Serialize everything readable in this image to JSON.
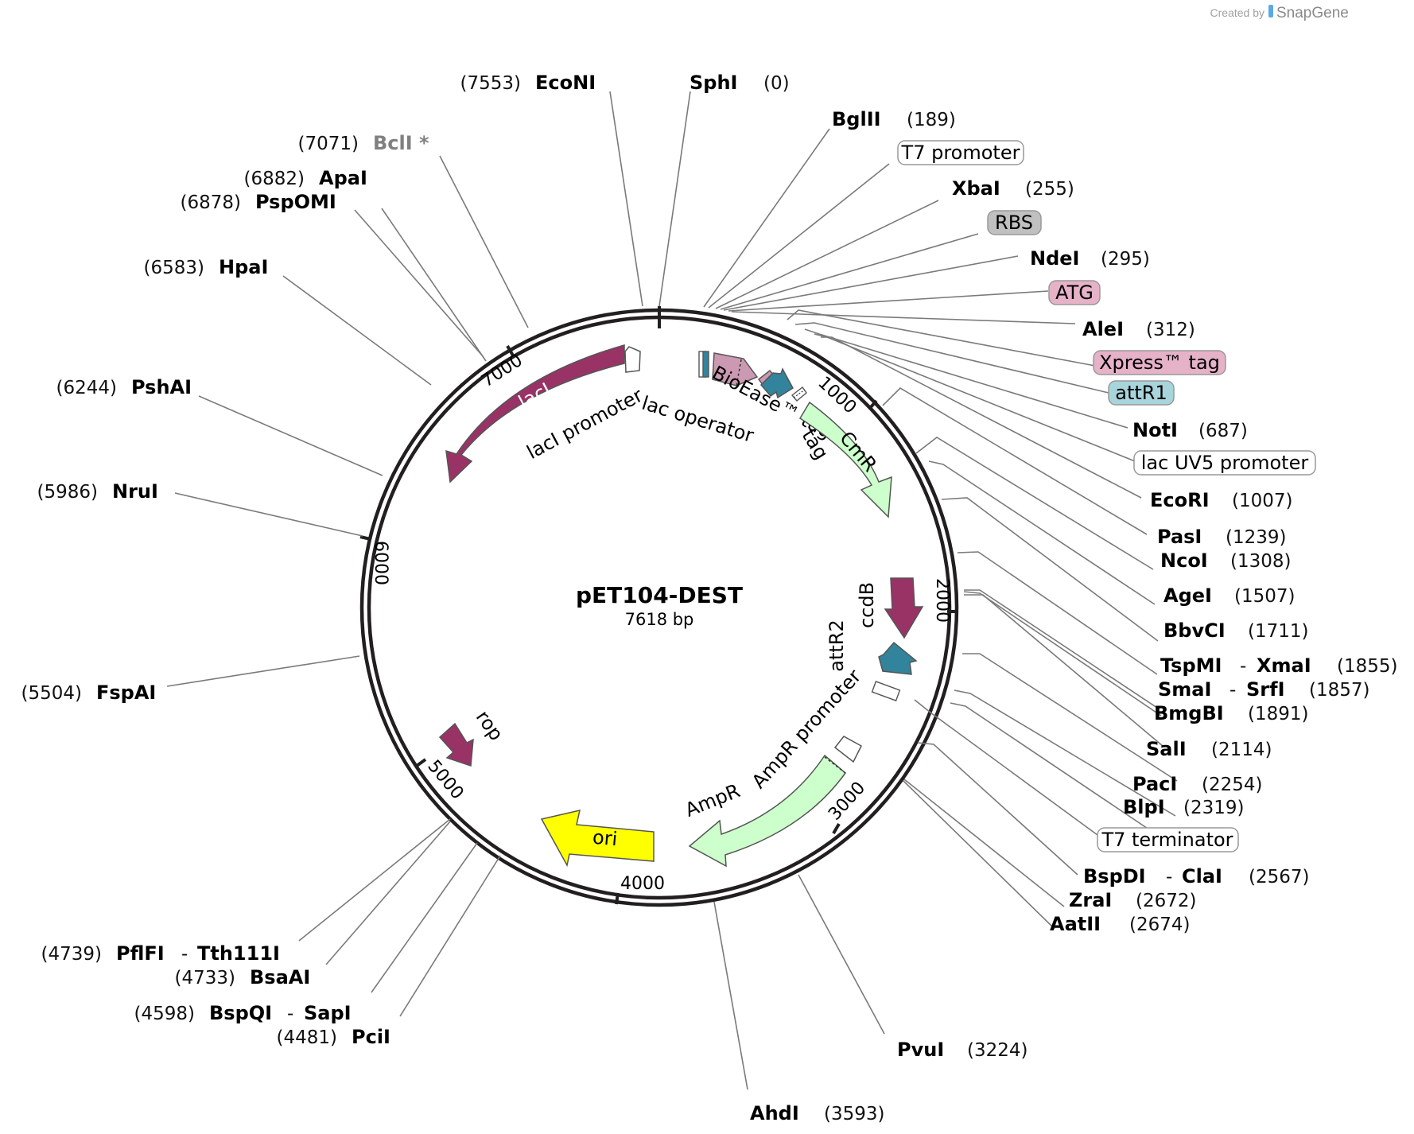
{
  "credit": {
    "prefix": "Created by",
    "brand": "SnapGene"
  },
  "plasmid": {
    "name": "pET104-DEST",
    "size_label": "7618 bp"
  },
  "ticks": [
    "1000",
    "2000",
    "3000",
    "4000",
    "5000",
    "6000",
    "7000"
  ],
  "features": {
    "lacI": "lacI",
    "lacI_promoter": "lacI promoter",
    "lac_operator": "lac operator",
    "bioease_tag": "BioEase™ tag",
    "CmR": "CmR",
    "ccdB": "ccdB",
    "attR2": "attR2",
    "AmpR_promoter": "AmpR promoter",
    "AmpR": "AmpR",
    "ori": "ori",
    "rop": "rop"
  },
  "feature_boxes": {
    "T7_promoter": "T7 promoter",
    "RBS": "RBS",
    "ATG": "ATG",
    "Xpress_tag": "Xpress™ tag",
    "attR1": "attR1",
    "lac_UV5_promoter": "lac UV5 promoter",
    "T7_terminator": "T7 terminator"
  },
  "colors": {
    "backbone": "#231f20",
    "lacI": "#993366",
    "CmR": "#ccffcc",
    "ori": "#ffff00",
    "attR": "#31849b",
    "tag_pink": "#cc99b2",
    "RBS": "#c0c0c0",
    "attR1_box": "#a8d4dc"
  },
  "sites": {
    "EcoNI": {
      "name": "EcoNI",
      "pos": "(7553)"
    },
    "SphI": {
      "name": "SphI",
      "pos": "(0)"
    },
    "BglII": {
      "name": "BglII",
      "pos": "(189)"
    },
    "XbaI": {
      "name": "XbaI",
      "pos": "(255)"
    },
    "NdeI": {
      "name": "NdeI",
      "pos": "(295)"
    },
    "AleI": {
      "name": "AleI",
      "pos": "(312)"
    },
    "NotI": {
      "name": "NotI",
      "pos": "(687)"
    },
    "EcoRI": {
      "name": "EcoRI",
      "pos": "(1007)"
    },
    "PasI": {
      "name": "PasI",
      "pos": "(1239)"
    },
    "NcoI": {
      "name": "NcoI",
      "pos": "(1308)"
    },
    "AgeI": {
      "name": "AgeI",
      "pos": "(1507)"
    },
    "BbvCI": {
      "name": "BbvCI",
      "pos": "(1711)"
    },
    "TspMI": {
      "name": "TspMI",
      "name2": "XmaI",
      "pos": "(1855)"
    },
    "SmaI": {
      "name": "SmaI",
      "name2": "SrfI",
      "pos": "(1857)"
    },
    "BmgBI": {
      "name": "BmgBI",
      "pos": "(1891)"
    },
    "SalI": {
      "name": "SalI",
      "pos": "(2114)"
    },
    "PacI": {
      "name": "PacI",
      "pos": "(2254)"
    },
    "BlpI": {
      "name": "BlpI",
      "pos": "(2319)"
    },
    "BspDI": {
      "name": "BspDI",
      "name2": "ClaI",
      "pos": "(2567)"
    },
    "ZraI": {
      "name": "ZraI",
      "pos": "(2672)"
    },
    "AatII": {
      "name": "AatII",
      "pos": "(2674)"
    },
    "PvuI": {
      "name": "PvuI",
      "pos": "(3224)"
    },
    "AhdI": {
      "name": "AhdI",
      "pos": "(3593)"
    },
    "PciI": {
      "name": "PciI",
      "pos": "(4481)"
    },
    "BspQI": {
      "name": "BspQI",
      "name2": "SapI",
      "pos": "(4598)"
    },
    "BsaAI": {
      "name": "BsaAI",
      "pos": "(4733)"
    },
    "PflFI": {
      "name": "PflFI",
      "name2": "Tth111I",
      "pos": "(4739)"
    },
    "FspAI": {
      "name": "FspAI",
      "pos": "(5504)"
    },
    "NruI": {
      "name": "NruI",
      "pos": "(5986)"
    },
    "PshAI": {
      "name": "PshAI",
      "pos": "(6244)"
    },
    "HpaI": {
      "name": "HpaI",
      "pos": "(6583)"
    },
    "PspOMI": {
      "name": "PspOMI",
      "pos": "(6878)"
    },
    "ApaI": {
      "name": "ApaI",
      "pos": "(6882)"
    },
    "BclI": {
      "name": "BclI *",
      "pos": "(7071)"
    }
  },
  "dash": "-"
}
